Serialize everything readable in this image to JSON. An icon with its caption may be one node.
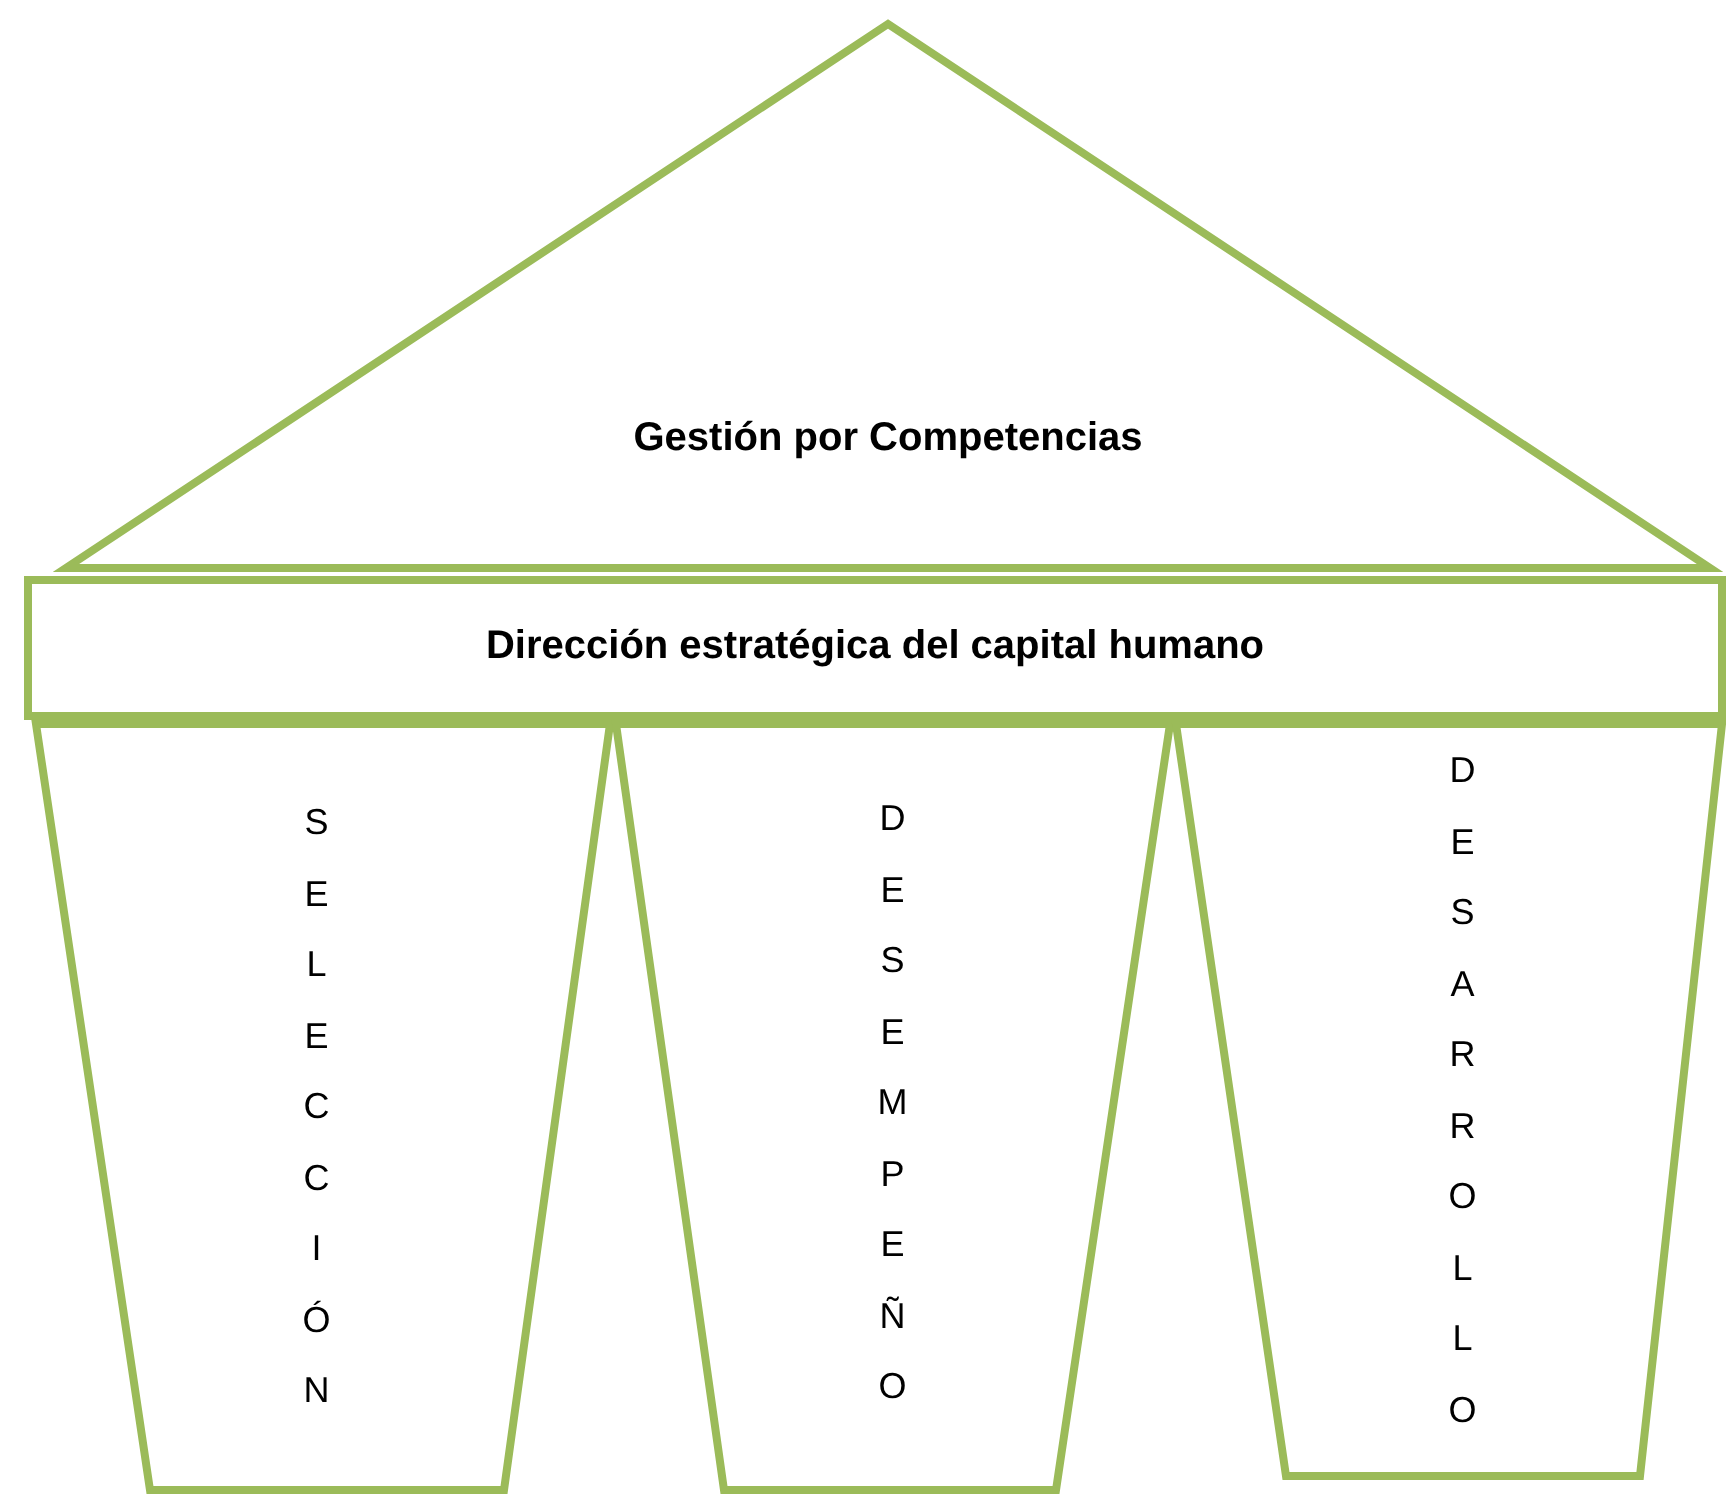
{
  "diagram": {
    "nodes": [
      {
        "text": [
          "Gestión por Competencias"
        ]
      },
      {
        "text": [
          "Dirección estratégica del capital humano"
        ]
      },
      {
        "text": [
          "SELECCIÓN"
        ]
      },
      {
        "text": [
          "DESEMPEÑO"
        ]
      },
      {
        "text": [
          "DESARROLLO"
        ]
      }
    ]
  }
}
